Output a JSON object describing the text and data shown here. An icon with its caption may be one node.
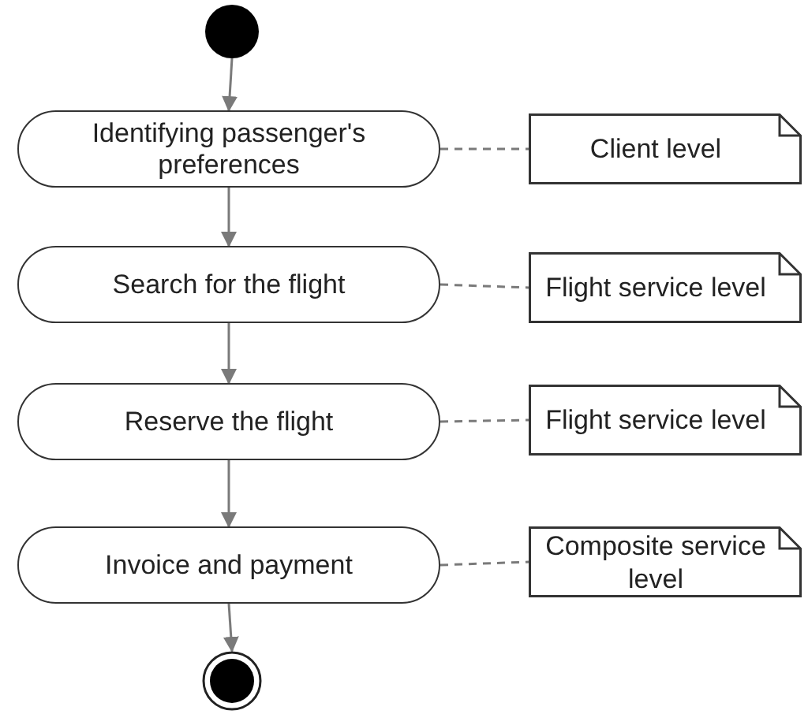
{
  "diagram": {
    "nodes": [
      {
        "text": [],
        "shape": "circle"
      },
      {
        "text": [
          "Identifying passenger's preferences"
        ]
      },
      {
        "text": [
          "Client level"
        ]
      },
      {
        "text": [
          "Search for the flight"
        ]
      },
      {
        "text": [
          "Flight service level"
        ]
      },
      {
        "text": [
          "Reserve the flight"
        ]
      },
      {
        "text": [
          "Flight service level"
        ]
      },
      {
        "text": [
          "Invoice and payment"
        ]
      },
      {
        "text": [
          "Composite service level"
        ]
      },
      {
        "text": [],
        "shape": "circle"
      }
    ],
    "edges": [
      {
        "from": 0,
        "to": 1,
        "arrow": "to"
      },
      {
        "from": 1,
        "to": 3,
        "arrow": "to"
      },
      {
        "from": 3,
        "to": 5,
        "arrow": "to"
      },
      {
        "from": 5,
        "to": 7,
        "arrow": "to"
      },
      {
        "from": 7,
        "to": 9,
        "arrow": "to"
      },
      {
        "from": 1,
        "to": 2,
        "arrow": "none",
        "style": "dashed"
      },
      {
        "from": 3,
        "to": 4,
        "arrow": "none",
        "style": "dashed"
      },
      {
        "from": 5,
        "to": 6,
        "arrow": "none",
        "style": "dashed"
      },
      {
        "from": 7,
        "to": 8,
        "arrow": "none",
        "style": "dashed"
      }
    ]
  }
}
